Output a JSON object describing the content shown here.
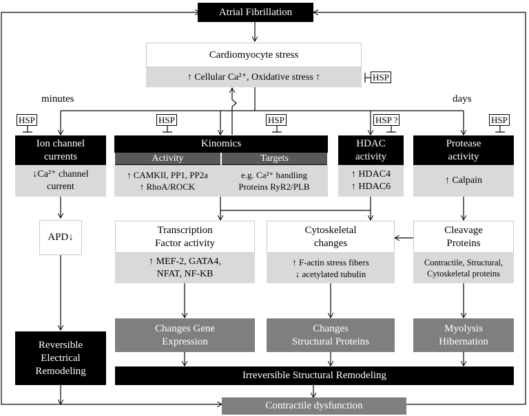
{
  "atrial_fibrillation": "Atrial Fibrillation",
  "stress": {
    "title": "Cardiomyocyte stress",
    "sub": "↑ Cellular Ca²⁺, Oxidative stress ↑",
    "hsp": "HSP"
  },
  "time": {
    "minutes": "minutes",
    "days": "days"
  },
  "hsp": {
    "ion": "HSP",
    "kinomics": "HSP",
    "targets": "HSP",
    "hdac": "HSP ?",
    "protease": "HSP"
  },
  "ion_channel": {
    "title": "Ion channel\ncurrents",
    "sub": "↓Ca²⁺ channel\ncurrent",
    "apd": "APD↓",
    "result": "Reversible\nElectrical\nRemodeling"
  },
  "kinomics": {
    "title": "Kinomics",
    "activity_header": "Activity",
    "targets_header": "Targets",
    "activity": "↑ CAMKII, PP1, PP2a\n↑ RhoA/ROCK",
    "targets": "e.g. Ca²⁺ handling\nProteins RyR2/PLB"
  },
  "hdac": {
    "title": "HDAC\nactivity",
    "sub": "↑ HDAC4\n↑ HDAC6"
  },
  "protease": {
    "title": "Protease\nactivity",
    "sub": "↑ Calpain"
  },
  "transcription": {
    "title": "Transcription\nFactor activity",
    "sub": "↑ MEF-2, GATA4,\nNFAT, NF-KB",
    "result": "Changes Gene\nExpression"
  },
  "cytoskeletal": {
    "title": "Cytoskeletal\nchanges",
    "sub": "↑ F-actin stress fibers\n↓ acetylated tubulin",
    "result": "Changes\nStructural Proteins"
  },
  "cleavage": {
    "title": "Cleavage\nProteins",
    "sub": "Contractile, Structural,\nCytoskeletal proteins",
    "result": "Myolysis\nHibernation"
  },
  "irreversible": "Irreversible Structural Remodeling",
  "contractile": "Contractile dysfunction"
}
